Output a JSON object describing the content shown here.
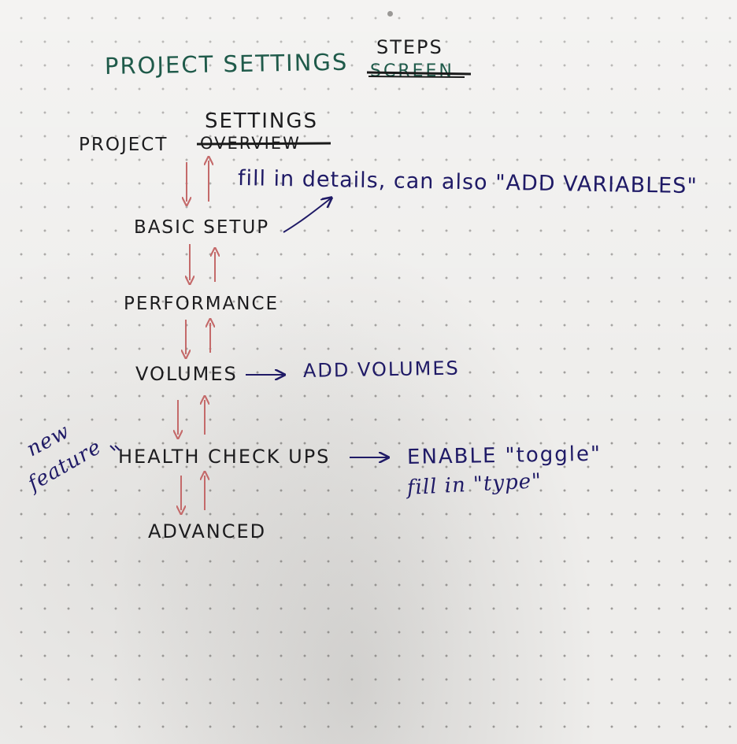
{
  "title": {
    "main": "PROJECT SETTINGS",
    "struck": "SCREEN",
    "replacement": "STEPS"
  },
  "steps": [
    {
      "label": "PROJECT",
      "struck": "OVERVIEW",
      "replacement": "SETTINGS"
    },
    {
      "label": "BASIC SETUP"
    },
    {
      "label": "PERFORMANCE"
    },
    {
      "label": "VOLUMES"
    },
    {
      "label": "HEALTH CHECK UPS"
    },
    {
      "label": "ADVANCED"
    }
  ],
  "notes": {
    "basic_setup": "fill in details, can also \"ADD VARIABLES\"",
    "volumes": "ADD VOLUMES",
    "health_line1": "ENABLE \"toggle\"",
    "health_line2": "fill in \"type\"",
    "new_feature_line1": "new",
    "new_feature_line2": "feature"
  },
  "colors": {
    "title_ink": "#1f5a4a",
    "step_ink": "#1c1c1e",
    "note_ink": "#1f1a66",
    "arrow_ink": "#c46a6a",
    "paper": "#eeedeb"
  }
}
